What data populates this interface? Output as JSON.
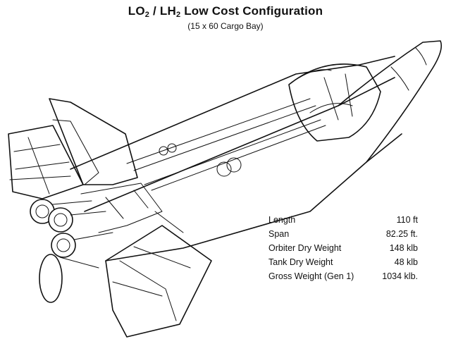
{
  "header": {
    "title_prefix": "LO",
    "title_sub1": "2",
    "title_mid": " / LH",
    "title_sub2": "2",
    "title_suffix": " Low Cost Configuration",
    "subtitle": "(15 x 60 Cargo Bay)"
  },
  "specs": [
    {
      "label": "Length",
      "value": "110 ft"
    },
    {
      "label": "Span",
      "value": "82.25 ft."
    },
    {
      "label": "Orbiter Dry Weight",
      "value": "148 klb"
    },
    {
      "label": "Tank Dry Weight",
      "value": "48 klb"
    },
    {
      "label": "Gross Weight (Gen 1)",
      "value": "1034 klb."
    }
  ]
}
